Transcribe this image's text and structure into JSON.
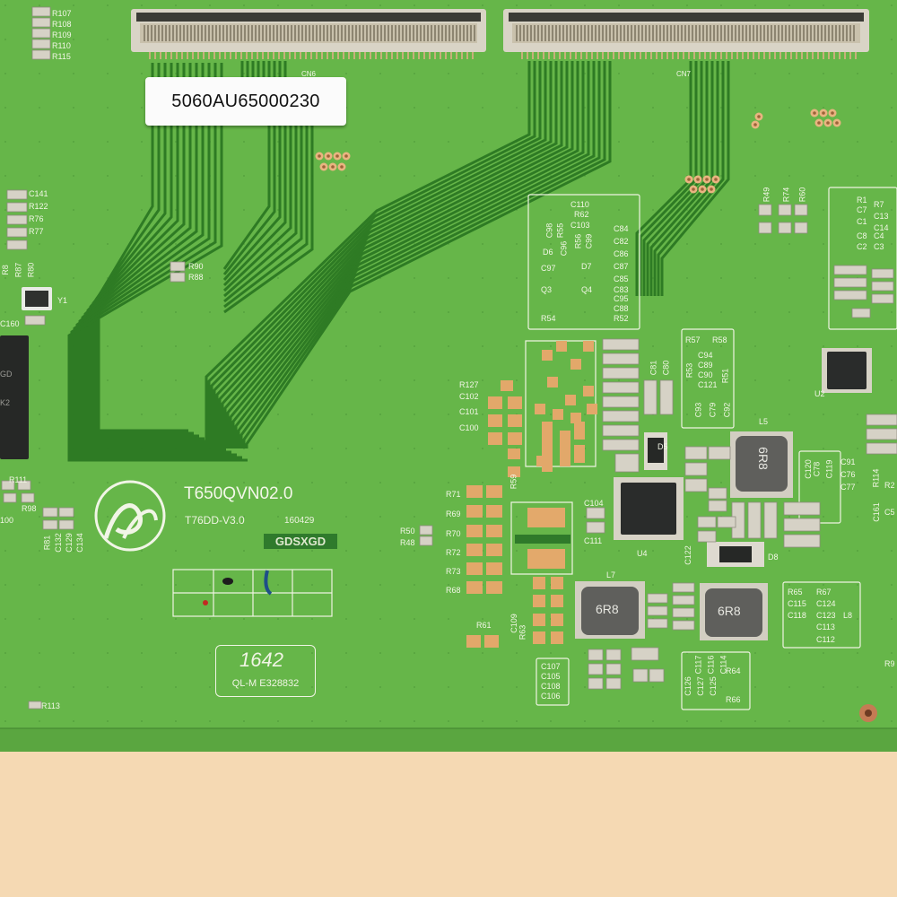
{
  "sticker": {
    "code": "5060AU65000230"
  },
  "board": {
    "model": "T650QVN02.0",
    "revision": "T76DD-V3.0",
    "date_code": "160429",
    "vendor": "GDSXGD",
    "week_code": "1642",
    "cert": "QL-M E328832"
  },
  "connectors": {
    "left": "CN6",
    "right": "CN7"
  },
  "colors": {
    "pcb": "#67b84a",
    "trace": "#2d7a24",
    "silkscreen": "#f2f6e6",
    "background": "#f5d9b3"
  },
  "inductors": {
    "l5": "6R8",
    "l7": "6R8",
    "l8": "6R8"
  },
  "labels": {
    "l_r107": "R107",
    "l_r108": "R108",
    "l_r109": "R109",
    "l_r110": "R110",
    "l_r115": "R115",
    "l_c141": "C141",
    "l_r122": "R122",
    "l_r76": "R76",
    "l_r77": "R77",
    "l_y1": "Y1",
    "l_c160": "C160",
    "l_r90": "R90",
    "l_r88": "R88",
    "l_r113": "R113",
    "l_r98": "R98",
    "l_r81": "R81",
    "l_c132": "C132",
    "l_c129": "C129",
    "l_c134": "C134",
    "l_100": "100",
    "l_c110": "C110",
    "l_r62": "R62",
    "l_c103": "C103",
    "l_c84": "C84",
    "l_c82": "C82",
    "l_c86": "C86",
    "l_c87": "C87",
    "l_c85": "C85",
    "l_c83": "C83",
    "l_c95": "C95",
    "l_c88": "C88",
    "l_r52": "R52",
    "l_d6": "D6",
    "l_c97": "C97",
    "l_d7": "D7",
    "l_q3": "Q3",
    "l_q4": "Q4",
    "l_r54": "R54",
    "l_c98": "C98",
    "l_r55": "R55",
    "l_c96": "C96",
    "l_r56": "R56",
    "l_c99": "C99",
    "l_r57": "R57",
    "l_r58": "R58",
    "l_c94": "C94",
    "l_c89": "C89",
    "l_c90": "C90",
    "l_c121": "C121",
    "l_r53": "R53",
    "l_r51": "R51",
    "l_c93": "C93",
    "l_c79": "C79",
    "l_c92": "C92",
    "l_c81": "C81",
    "l_c80": "C80",
    "l_d5": "D5",
    "l_l5": "L5",
    "l_r127": "R127",
    "l_c102": "C102",
    "l_c101": "C101",
    "l_c100": "C100",
    "l_r59": "R59",
    "l_c104": "C104",
    "l_c111": "C111",
    "l_u4": "U4",
    "l_c122": "C122",
    "l_d8": "D8",
    "l_r71": "R71",
    "l_r69": "R69",
    "l_r70": "R70",
    "l_r72": "R72",
    "l_r73": "R73",
    "l_r68": "R68",
    "l_r50": "R50",
    "l_r48": "R48",
    "l_l7": "L7",
    "l_r61": "R61",
    "l_c109": "C109",
    "l_r63": "R63",
    "l_c107": "C107",
    "l_c105": "C105",
    "l_c108": "C108",
    "l_c106": "C106",
    "l_c126": "C126",
    "l_c117": "C117",
    "l_c127": "C127",
    "l_c116": "C116",
    "l_c125": "C125",
    "l_c114": "C114",
    "l_r64": "R64",
    "l_r66": "R66",
    "l_r65": "R65",
    "l_r67": "R67",
    "l_c115": "C115",
    "l_c124": "C124",
    "l_c118": "C118",
    "l_c123": "C123",
    "l_l8": "L8",
    "l_c113": "C113",
    "l_c112": "C112",
    "l_c120": "C120",
    "l_c78": "C78",
    "l_c119": "C119",
    "l_c91": "C91",
    "l_c76": "C76",
    "l_c77": "C77",
    "l_r49": "R49",
    "l_r74": "R74",
    "l_r60": "R60",
    "l_r1": "R1",
    "l_r7": "R7",
    "l_c7": "C7",
    "l_c13": "C13",
    "l_c1": "C1",
    "l_c14": "C14",
    "l_c8": "C8",
    "l_c4": "C4",
    "l_c2": "C2",
    "l_c3": "C3",
    "l_u2": "U2",
    "l_r114": "R114",
    "l_r2": "R2",
    "l_c161": "C161",
    "l_c5": "C5",
    "l_r9": "R9",
    "l_r111": "R111",
    "l_r87": "R87",
    "l_r80": "R80",
    "l_r8x": "R8",
    "l_gd": "GD",
    "l_k2": "K2"
  }
}
